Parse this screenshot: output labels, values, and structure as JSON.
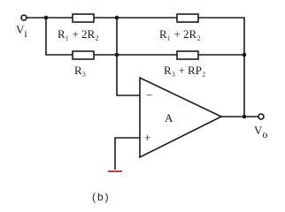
{
  "diagram": {
    "input_label": "V",
    "input_sub": "i",
    "output_label": "V",
    "output_sub": "o",
    "resistors": [
      "R₁ + 2R₂",
      "R₃",
      "R₁ + 2R₂",
      "R₃ + RP₂"
    ],
    "opamp": {
      "label": "A",
      "inverting": "−",
      "noninverting": "+"
    },
    "caption": "(b)",
    "colors": {
      "ink": "#1a1a1a",
      "ground_accent": "#b5463a"
    }
  }
}
